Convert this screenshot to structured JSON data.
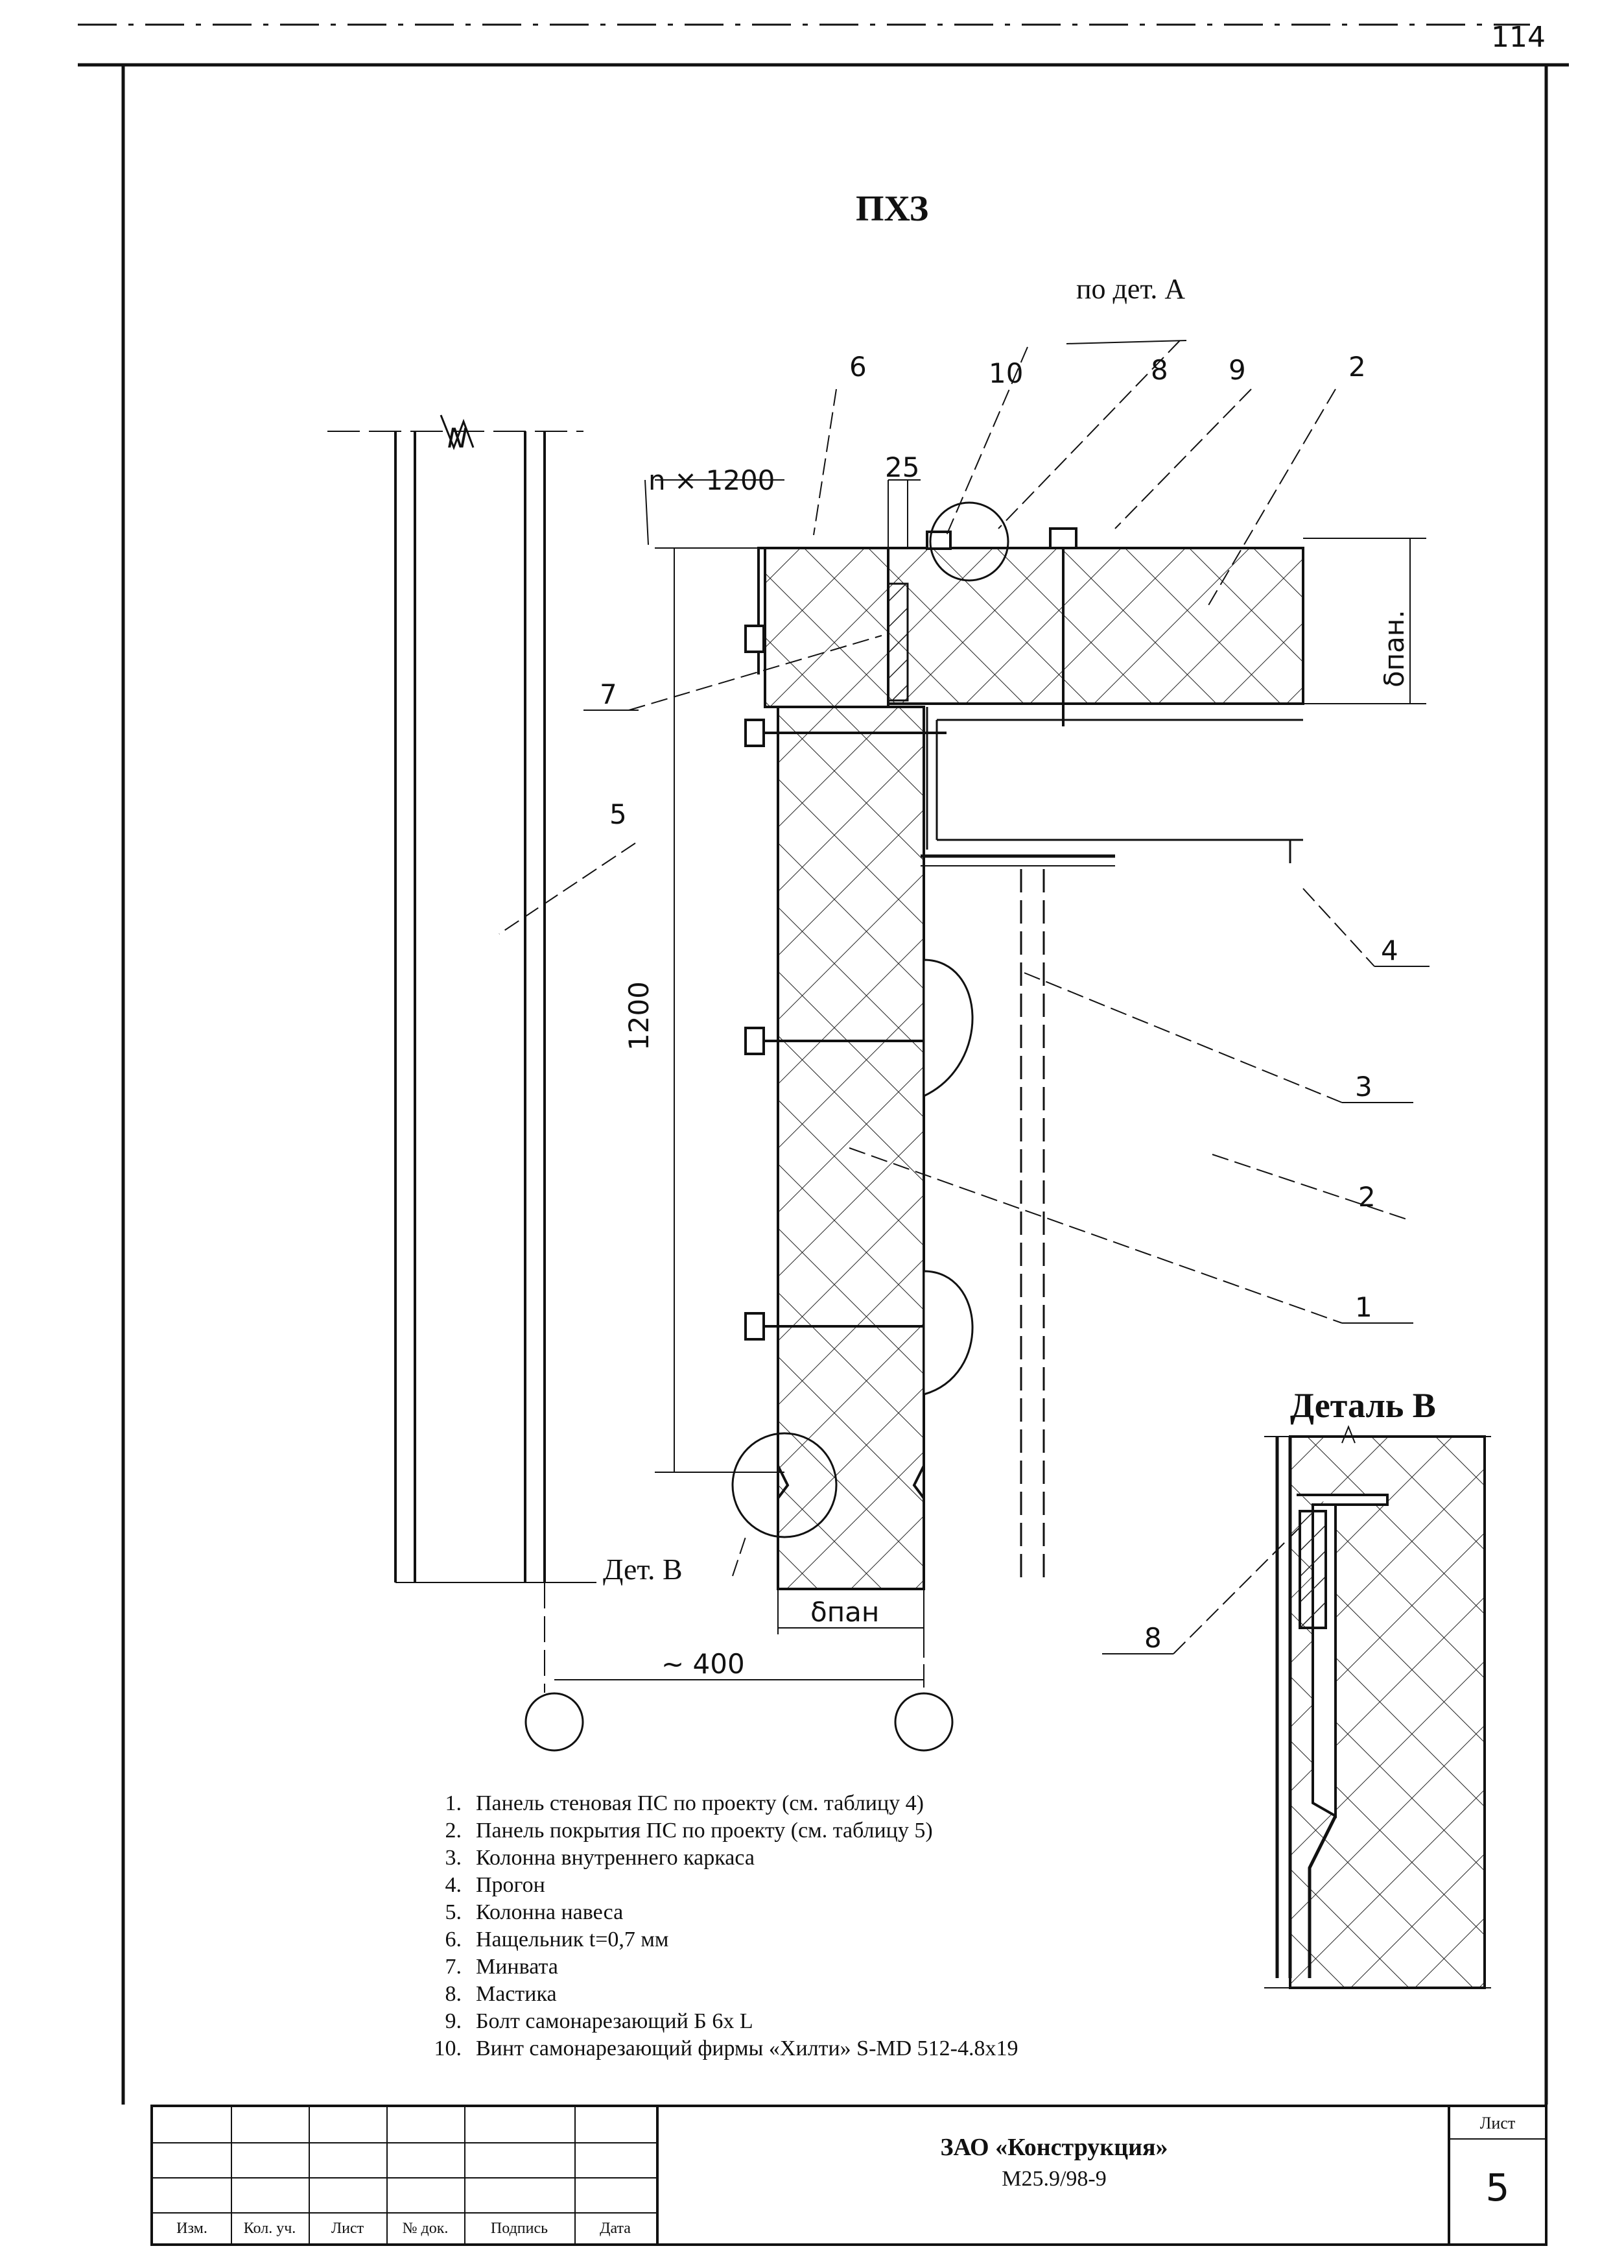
{
  "sheet": {
    "page_number": "114",
    "title": "ПХЗ"
  },
  "labels": {
    "po_det_a": "по дет. А",
    "callout_6": "6",
    "callout_10": "10",
    "callout_8": "8",
    "callout_9": "9",
    "callout_2": "2",
    "callout_7": "7",
    "callout_5": "5",
    "callout_4": "4",
    "callout_3": "3",
    "callout_2b": "2",
    "callout_1": "1",
    "dim_n1200": "n × 1200",
    "dim_25": "25",
    "dim_1200": "1200",
    "dim_bpan_top": "δпан.",
    "dim_bpan_bottom": "δпан",
    "dim_400": "~ 400",
    "det_b": "Дет. В",
    "detail_b_title": "Деталь В",
    "detail_b_callout": "8",
    "break_mark_top": "N"
  },
  "legend": [
    {
      "num": "1.",
      "text": "Панель стеновая ПС по проекту (см. таблицу 4)"
    },
    {
      "num": "2.",
      "text": "Панель покрытия ПС по проекту (см. таблицу 5)"
    },
    {
      "num": "3.",
      "text": "Колонна внутреннего каркаса"
    },
    {
      "num": "4.",
      "text": "Прогон"
    },
    {
      "num": "5.",
      "text": "Колонна навеса"
    },
    {
      "num": "6.",
      "text": "Нащельник t=0,7 мм"
    },
    {
      "num": "7.",
      "text": "Минвата"
    },
    {
      "num": "8.",
      "text": "Мастика"
    },
    {
      "num": "9.",
      "text": "Болт самонарезающий Б 6х L"
    },
    {
      "num": "10.",
      "text": "Винт самонарезающий фирмы «Хилти» S-MD 512-4.8x19"
    }
  ],
  "title_block": {
    "columns": [
      "Изм.",
      "Кол. уч.",
      "Лист",
      "№ док.",
      "Подпись",
      "Дата"
    ],
    "organization": "ЗАО «Конструкция»",
    "code": "М25.9/98-9",
    "sheet_label": "Лист",
    "sheet_number": "5"
  }
}
